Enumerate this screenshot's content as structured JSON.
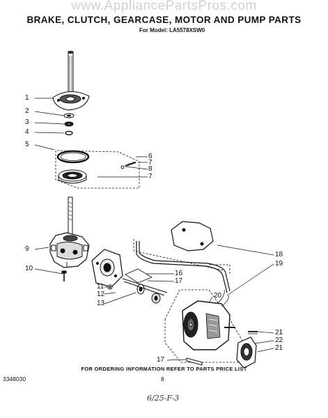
{
  "watermark": "www.AppliancePartsPros.com",
  "title": "BRAKE, CLUTCH, GEARCASE, MOTOR AND PUMP PARTS",
  "model": "For Model: LA5578XSW0",
  "callouts": {
    "c1": "1",
    "c2": "2",
    "c3": "3",
    "c4": "4",
    "c5": "5",
    "c6": "6",
    "c7a": "7",
    "c8": "8",
    "c7b": "7",
    "c9": "9",
    "c10": "10",
    "c11": "11",
    "c12": "12",
    "c13": "13",
    "c16": "16",
    "c17a": "17",
    "c18": "18",
    "c19": "19",
    "c20": "20",
    "c21a": "21",
    "c22": "22",
    "c21b": "21",
    "c17b": "17"
  },
  "footer_note": "FOR ORDERING INFORMATION REFER TO PARTS PRICE LIST",
  "doc_number": "3348030",
  "page_number": "8",
  "handwritten": "6/25-F-3"
}
